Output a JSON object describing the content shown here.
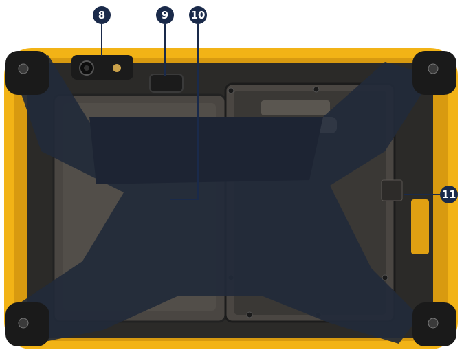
{
  "callouts": {
    "c8": "8",
    "c9": "9",
    "c10": "10",
    "c11": "11"
  },
  "colors": {
    "frame_yellow": "#f2b316",
    "bumper_black": "#1a1a1a",
    "strap_dark": "#222a3a",
    "panel_grey": "#4a4642",
    "callout_navy": "#1a2a4a"
  },
  "icons": {
    "camera": "rear-camera-icon",
    "flash": "flash-icon",
    "scanner": "barcode-scanner-window-icon",
    "speaker": "speaker-grille-icon"
  }
}
